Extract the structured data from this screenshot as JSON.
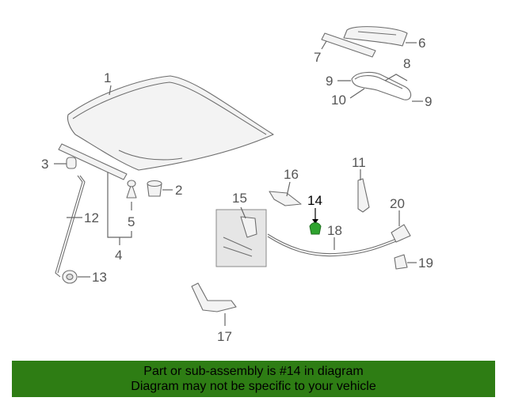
{
  "callouts": {
    "c1": "1",
    "c2": "2",
    "c3": "3",
    "c4": "4",
    "c5": "5",
    "c6": "6",
    "c7": "7",
    "c8": "8",
    "c9a": "9",
    "c9b": "9",
    "c10": "10",
    "c11": "11",
    "c12": "12",
    "c13": "13",
    "c14": "14",
    "c15": "15",
    "c16": "16",
    "c17": "17",
    "c18": "18",
    "c19": "19",
    "c20": "20"
  },
  "highlighted_part": "14",
  "colors": {
    "banner": "#2e7d14",
    "highlight_part": "#2fa32f",
    "line": "#6e6e6e"
  },
  "banner": {
    "line1": "Part or sub-assembly is #14 in diagram",
    "line2": "Diagram may not be specific to your vehicle"
  }
}
